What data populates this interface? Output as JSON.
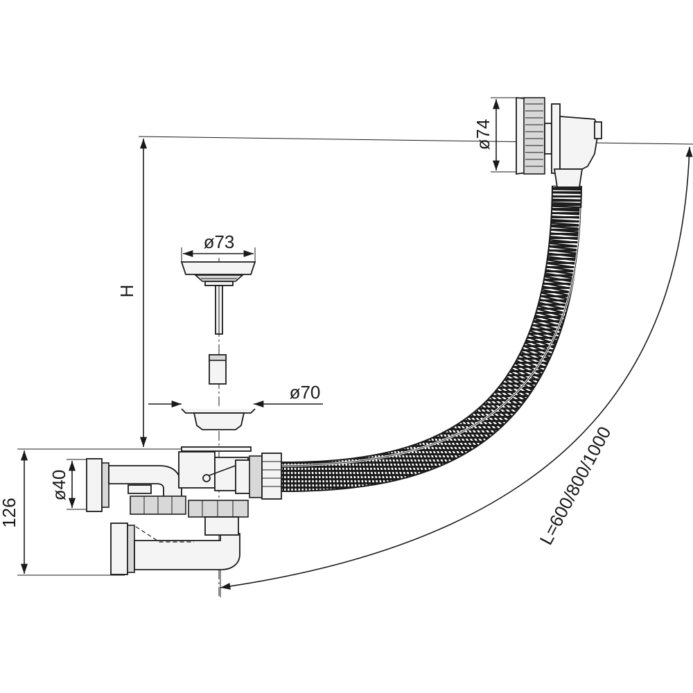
{
  "dimensions": {
    "overflow_diameter": "ø74",
    "plug_diameter": "ø73",
    "strainer_diameter": "ø70",
    "outlet_diameter": "ø40",
    "height_label": "H",
    "trap_height": "126",
    "hose_length": "L=600/800/1000"
  },
  "colors": {
    "line": "#1a1a1a",
    "hose": "#2a2a2a",
    "background": "#ffffff"
  }
}
